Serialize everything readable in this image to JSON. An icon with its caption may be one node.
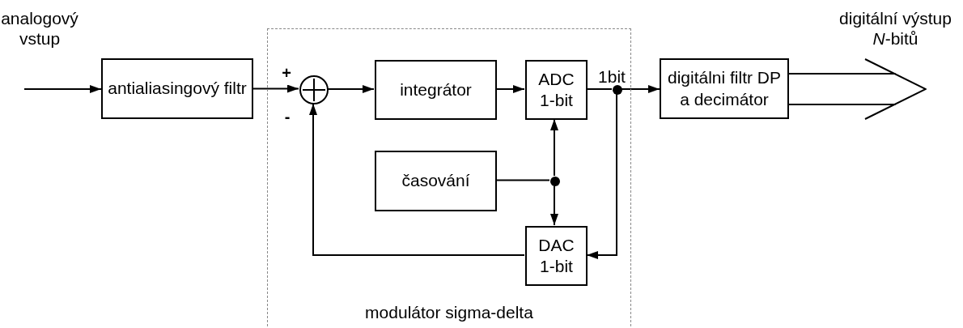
{
  "diagram": {
    "nodes": [
      {
        "text": [
          "modulátor sigma-delta"
        ]
      },
      {
        "text": [
          "antialiasingový filtr"
        ]
      },
      {
        "text": [],
        "shape": "circle",
        "in": 0
      },
      {
        "text": [
          "integrátor"
        ],
        "in": 0
      },
      {
        "text": [
          "ADC 1-bit"
        ],
        "in": 0
      },
      {
        "text": [
          "časování"
        ],
        "in": 0
      },
      {
        "text": [
          "DAC 1-bit"
        ],
        "in": 0
      },
      {
        "text": [],
        "shape": "circle",
        "in": 0
      },
      {
        "text": [],
        "shape": "circle",
        "in": 0
      },
      {
        "text": [
          "digitálni filtr DP a decimátor"
        ]
      },
      {
        "text": [],
        "shape": "arrow",
        "beside": [
          "digitální výstup *N*-bitů"
        ]
      }
    ],
    "edges": [
      {
        "from": null,
        "to": 1,
        "arrow": "to"
      },
      {
        "from": 1,
        "to": 2,
        "arrow": "to"
      },
      {
        "from": 2,
        "to": 3,
        "arrow": "to"
      },
      {
        "from": 3,
        "to": 4,
        "arrow": "to"
      },
      {
        "from": 4,
        "to": 7,
        "arrow": "none"
      },
      {
        "from": 7,
        "to": 9,
        "arrow": "to"
      },
      {
        "from": 7,
        "to": 6,
        "arrow": "to"
      },
      {
        "from": 5,
        "to": 8,
        "arrow": "none"
      },
      {
        "from": 8,
        "to": 4,
        "arrow": "to"
      },
      {
        "from": 8,
        "to": 6,
        "arrow": "to"
      },
      {
        "from": 6,
        "to": 2,
        "arrow": "to"
      },
      {
        "from": 9,
        "to": 10,
        "arrow": "none"
      },
      {
        "from": 9,
        "to": 10,
        "arrow": "none"
      }
    ],
    "labels": [
      "analogový vstup",
      "+",
      "-",
      "1bit"
    ]
  }
}
